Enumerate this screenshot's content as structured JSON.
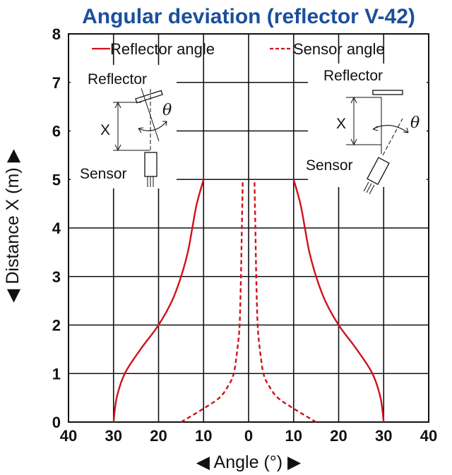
{
  "chart_data": {
    "type": "line",
    "title": "Angular deviation (reflector V-42)",
    "xlabel": "◀ Angle (°) ▶",
    "ylabel": "◀ Distance X (m) ▶",
    "xlim": [
      -40,
      40
    ],
    "ylim": [
      0,
      8
    ],
    "x_tick_labels": [
      "40",
      "30",
      "20",
      "10",
      "0",
      "10",
      "20",
      "30",
      "40"
    ],
    "y_tick_labels": [
      "0",
      "1",
      "2",
      "3",
      "4",
      "5",
      "6",
      "7",
      "8"
    ],
    "grid": true,
    "legend": "top",
    "series": [
      {
        "name": "Reflector angle",
        "style": "solid",
        "color": "#d0121b",
        "points": [
          [
            30,
            0
          ],
          [
            29.3,
            0.5
          ],
          [
            27.5,
            1.0
          ],
          [
            24.0,
            1.5
          ],
          [
            20.0,
            2.0
          ],
          [
            17.0,
            2.5
          ],
          [
            15.0,
            3.0
          ],
          [
            13.5,
            3.5
          ],
          [
            12.5,
            4.0
          ],
          [
            11.5,
            4.5
          ],
          [
            10.0,
            5.0
          ]
        ],
        "mirrored": true
      },
      {
        "name": "Sensor angle",
        "style": "dashed",
        "color": "#d0121b",
        "points": [
          [
            15,
            0
          ],
          [
            10.5,
            0.25
          ],
          [
            6.5,
            0.5
          ],
          [
            4.5,
            0.75
          ],
          [
            3.3,
            1.0
          ],
          [
            2.5,
            1.5
          ],
          [
            2.0,
            2.0
          ],
          [
            1.7,
            3.0
          ],
          [
            1.5,
            4.0
          ],
          [
            1.3,
            5.0
          ]
        ],
        "mirrored": true
      }
    ],
    "annotations": {
      "left": {
        "reflector_label": "Reflector",
        "sensor_label": "Sensor",
        "x_label": "X",
        "angle_symbol": "θ"
      },
      "right": {
        "reflector_label": "Reflector",
        "sensor_label": "Sensor",
        "x_label": "X",
        "angle_symbol": "θ"
      }
    }
  }
}
